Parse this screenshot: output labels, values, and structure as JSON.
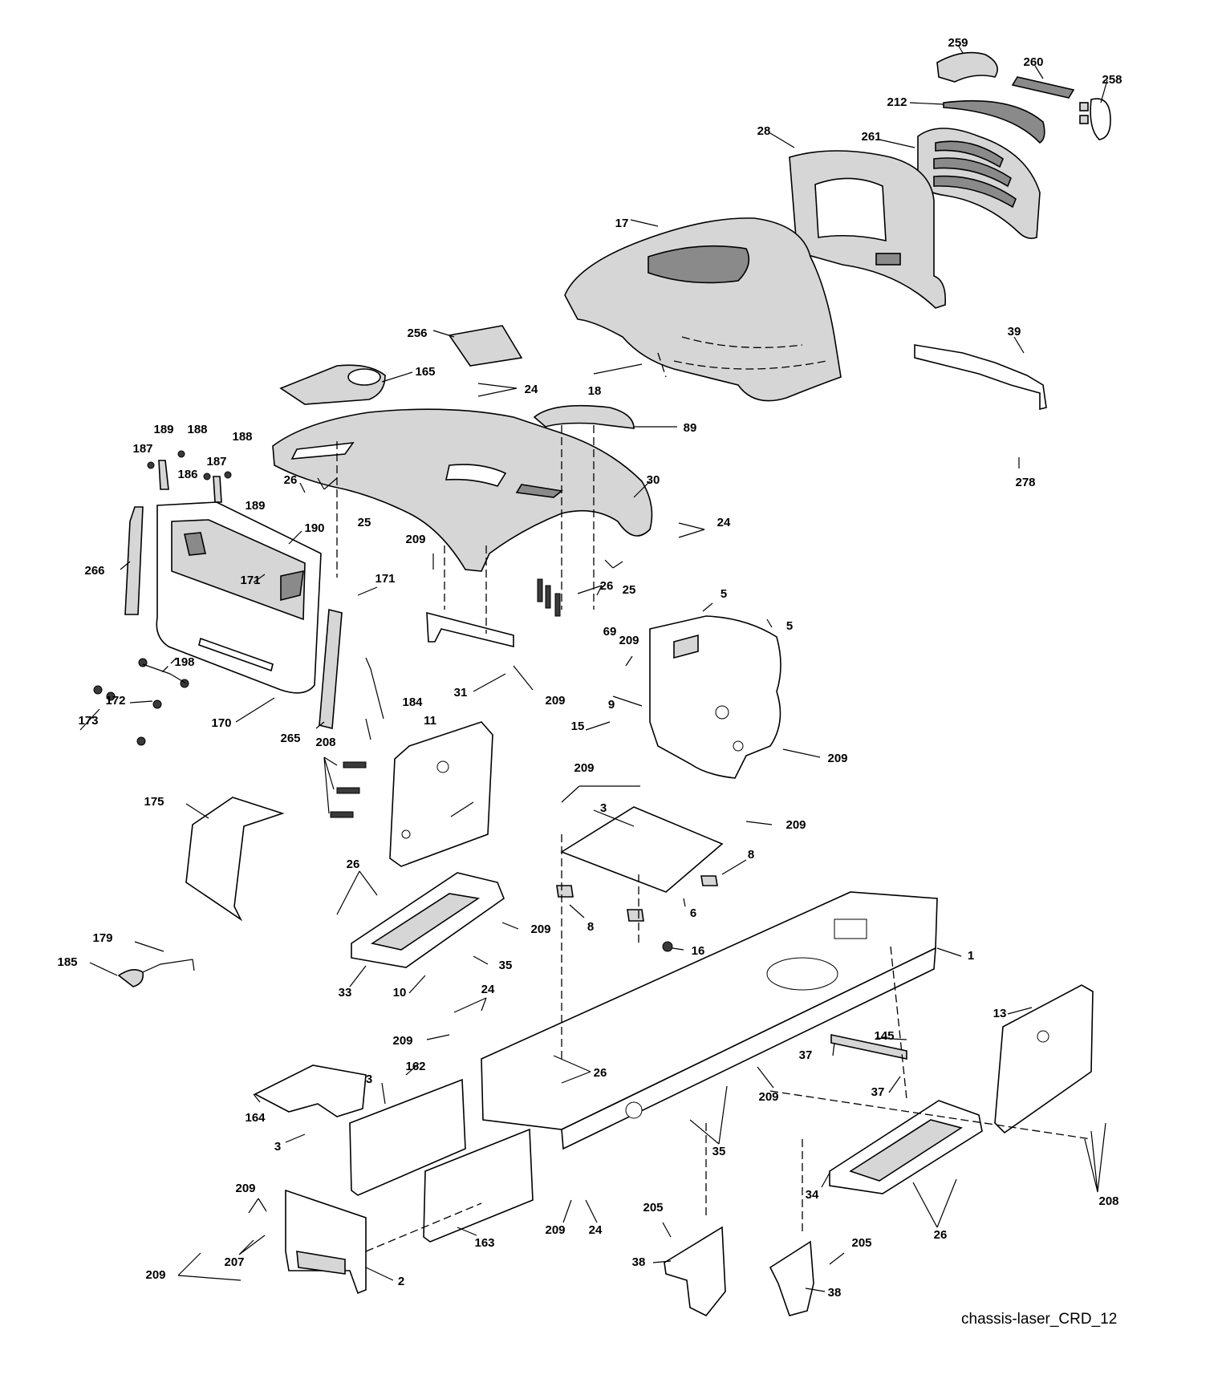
{
  "caption": "chassis-laser_CRD_12",
  "callouts": [
    "259",
    "260",
    "258",
    "212",
    "28",
    "261",
    "17",
    "18",
    "39",
    "278",
    "256",
    "165",
    "24",
    "89",
    "30",
    "189",
    "188",
    "187",
    "186",
    "188",
    "187",
    "189",
    "26",
    "25",
    "190",
    "266",
    "171",
    "171",
    "209",
    "24",
    "26",
    "25",
    "69",
    "31",
    "209",
    "5",
    "5",
    "209",
    "198",
    "172",
    "173",
    "170",
    "184",
    "265",
    "9",
    "15",
    "209",
    "11",
    "208",
    "175",
    "209",
    "3",
    "209",
    "8",
    "26",
    "209",
    "6",
    "8",
    "16",
    "179",
    "185",
    "35",
    "33",
    "10",
    "1",
    "24",
    "13",
    "209",
    "145",
    "26",
    "3",
    "162",
    "37",
    "164",
    "209",
    "37",
    "3",
    "35",
    "34",
    "26",
    "209",
    "24",
    "209",
    "163",
    "205",
    "207",
    "209",
    "2",
    "38",
    "205",
    "38",
    "208"
  ]
}
